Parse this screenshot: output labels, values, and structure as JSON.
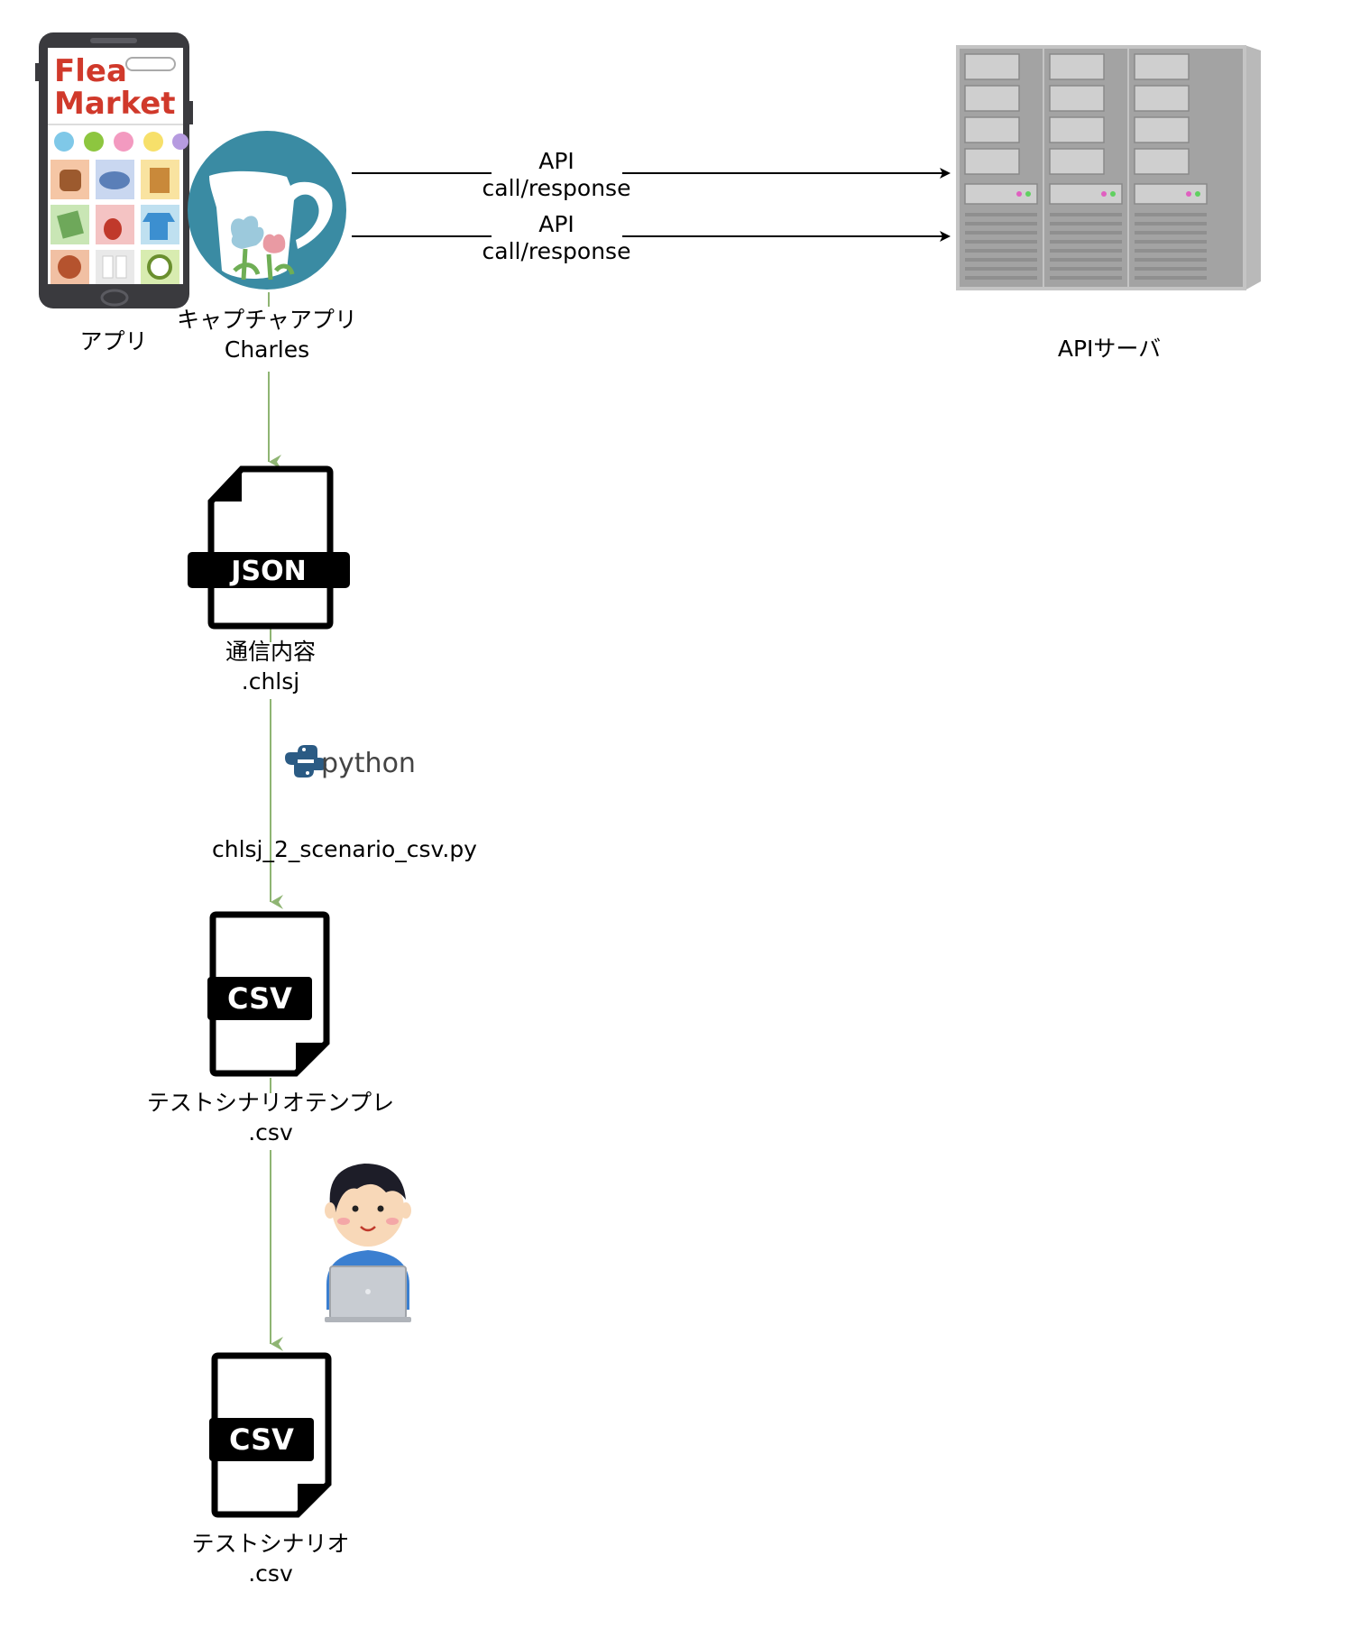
{
  "phone": {
    "title_line1": "Flea",
    "title_line2": "Market",
    "label": "アプリ"
  },
  "charles": {
    "label_line1": "キャプチャアプリ",
    "label_line2": "Charles"
  },
  "api_arrows": [
    {
      "line1": "API",
      "line2": "call/response"
    },
    {
      "line1": "API",
      "line2": "call/response"
    }
  ],
  "server": {
    "label": "APIサーバ"
  },
  "json_file": {
    "badge": "JSON",
    "label_line1": "通信内容",
    "label_line2": ".chlsj"
  },
  "python": {
    "logo_text": "python",
    "script_name": "chlsj_2_scenario_csv.py"
  },
  "csv_template": {
    "badge": "CSV",
    "label_line1": "テストシナリオテンプレ",
    "label_line2": ".csv"
  },
  "csv_final": {
    "badge": "CSV",
    "label_line1": "テストシナリオ",
    "label_line2": ".csv"
  },
  "colors": {
    "flow_arrow": "#8fb573",
    "api_arrow": "#000000",
    "charles_circle": "#3a8ba3",
    "flea_text": "#d0392b",
    "server": "#a7a7a7"
  },
  "icons": [
    "smartphone-icon",
    "charles-logo-icon",
    "server-icon",
    "json-file-icon",
    "python-logo-icon",
    "csv-file-icon",
    "person-laptop-icon"
  ]
}
